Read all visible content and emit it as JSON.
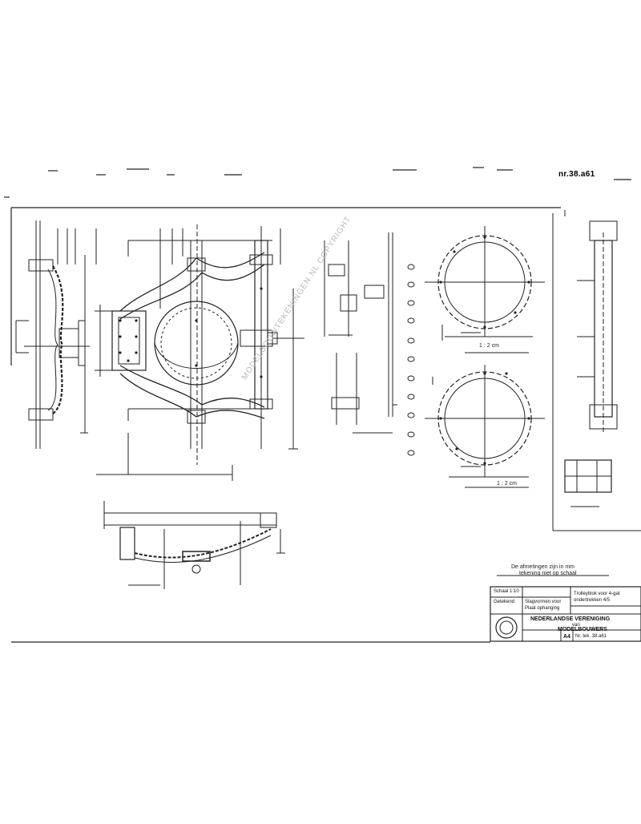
{
  "drawing": {
    "reference_number": "nr.38.a61",
    "watermark": "MODELBOUWTEKENINGEN.NL COPYRIGHT",
    "note_line_1": "De afmetingen zijn in mm",
    "note_line_2": "tekening niet op schaal",
    "dimension_labels": [
      "1 : 2 cm",
      "1 : 2 cm"
    ],
    "title_block": {
      "left_rows": [
        "Schaal 1:10",
        "Getekend",
        "Slagvormen voor",
        "Plaat ophanging"
      ],
      "right_rows": [
        "Trolleyblok voor 4-gat",
        "ondertrekken 4/5"
      ],
      "org_line_1": "NEDERLANDSE VERENIGING",
      "org_line_2": "van",
      "org_line_3": "MODELBOUWERS",
      "sheet_size": "A4",
      "sheet_number": "Nr. tek. 38.a61"
    }
  }
}
